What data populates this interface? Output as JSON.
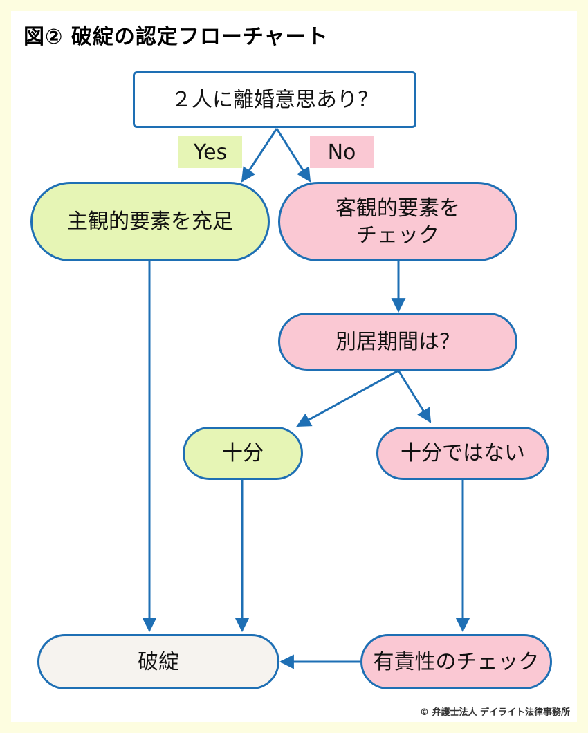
{
  "title": "図② 破綻の認定フローチャート",
  "nodes": {
    "start": "２人に離婚意思あり？",
    "subjective": "主観的要素を充足",
    "objective_line1": "客観的要素を",
    "objective_line2": "チェック",
    "separation": "別居期間は？",
    "sufficient": "十分",
    "insufficient": "十分ではない",
    "fault_check": "有責性のチェック",
    "breakdown": "破綻"
  },
  "labels": {
    "yes": "Yes",
    "no": "No"
  },
  "copyright": "© 弁護士法人 デイライト法律事務所",
  "colors": {
    "border": "#1e6fb4",
    "arrow": "#1e6fb4",
    "green": "#e6f5b5",
    "pink": "#fac8d3",
    "gray": "#f6f3ef",
    "background": "#fdfde0"
  }
}
